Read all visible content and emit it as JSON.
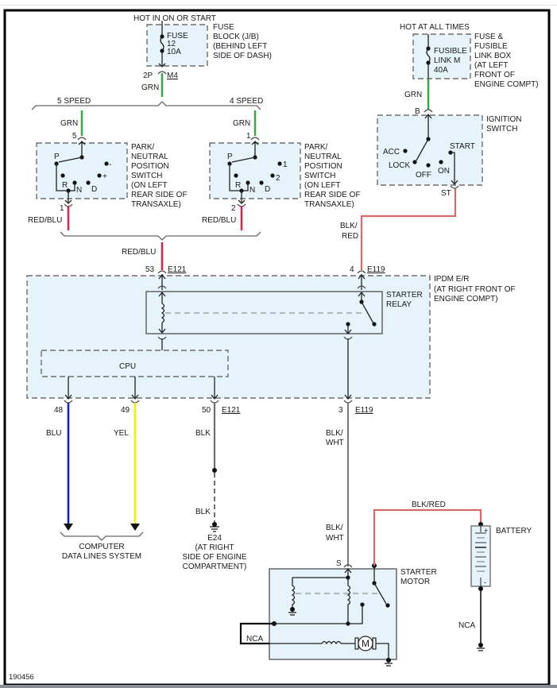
{
  "diagram_id": "190456",
  "fuse_block": {
    "supply": "HOT IN ON OR START",
    "fuse_name": "FUSE",
    "fuse_number": "12",
    "fuse_rating": "10A",
    "location": [
      "FUSE",
      "BLOCK (J/B)",
      "(BEHIND LEFT",
      "SIDE OF DASH)"
    ],
    "pin": "2P",
    "connector": "M4",
    "wire": "GRN"
  },
  "fusible_link_box": {
    "supply": "HOT AT ALL TIMES",
    "link_lines": [
      "FUSIBLE",
      "LINK M",
      "40A"
    ],
    "location": [
      "FUSE &",
      "FUSIBLE",
      "LINK BOX",
      "(AT LEFT",
      "FRONT OF",
      "ENGINE COMPT)"
    ],
    "wire": "GRN"
  },
  "ignition_switch": {
    "label": [
      "IGNITION",
      "SWITCH"
    ],
    "input_pin": "B",
    "output_pin": "ST",
    "positions": {
      "acc": "ACC",
      "lock": "LOCK",
      "off": "OFF",
      "on": "ON",
      "start": "START"
    },
    "wire_out": [
      "BLK/",
      "RED"
    ]
  },
  "pnp_5speed": {
    "variant": "5 SPEED",
    "wire_in": "GRN",
    "pin_in": "5",
    "pin_out": "1",
    "wire_out": "RED/BLU",
    "positions": {
      "p": "P",
      "r": "R",
      "n": "N",
      "d": "D",
      "minus": "-",
      "plus": "+"
    },
    "label": [
      "PARK/",
      "NEUTRAL",
      "POSITION",
      "SWITCH",
      "(ON LEFT",
      "REAR SIDE OF",
      "TRANSAXLE)"
    ]
  },
  "pnp_4speed": {
    "variant": "4 SPEED",
    "wire_in": "GRN",
    "pin_in": "1",
    "pin_out": "2",
    "wire_out": "RED/BLU",
    "positions": {
      "p": "P",
      "r": "R",
      "n": "N",
      "d": "D",
      "one": "1",
      "two": "2"
    },
    "label": [
      "PARK/",
      "NEUTRAL",
      "POSITION",
      "SWITCH",
      "(ON LEFT",
      "REAR SIDE OF",
      "TRANSAXLE)"
    ]
  },
  "ipdm": {
    "label": [
      "IPDM E/R",
      "(AT RIGHT FRONT OF",
      "ENGINE COMPT)"
    ],
    "merged_wire": "RED/BLU",
    "pin_53": "53",
    "conn_e121_top": "E121",
    "pin_4": "4",
    "conn_e119_top": "E119",
    "relay_label": [
      "STARTER",
      "RELAY"
    ],
    "cpu_label": "CPU",
    "pin_48": "48",
    "pin_49": "49",
    "pin_50": "50",
    "conn_e121_bottom": "E121",
    "pin_3": "3",
    "conn_e119_bottom": "E119"
  },
  "outputs": {
    "wire_48": "BLU",
    "wire_49": "YEL",
    "data_lines": [
      "COMPUTER",
      "DATA LINES SYSTEM"
    ],
    "wire_50": "BLK",
    "wire_50_lower": "BLK",
    "ground": [
      "E24",
      "(AT RIGHT",
      "SIDE OF ENGINE",
      "COMPARTMENT)"
    ],
    "wire_3": [
      "BLK/",
      "WHT"
    ],
    "wire_3_lower": [
      "BLK/",
      "WHT"
    ]
  },
  "starter_motor": {
    "label": [
      "STARTER",
      "MOTOR"
    ],
    "pin_s": "S",
    "motor_symbol": "M",
    "nca": "NCA"
  },
  "battery": {
    "label": "BATTERY",
    "plus": "+",
    "minus": "-",
    "wire_top": "BLK/RED",
    "wire_ground": "NCA"
  },
  "wire_colors": {
    "grn": "#3aa64a",
    "red_blu": "#d8234a",
    "blk_red": "#d46a6a",
    "blu": "#1420d0",
    "yel": "#f5f000",
    "blk": "#6e6e6e",
    "blk_wht": "#7a7a7a"
  }
}
